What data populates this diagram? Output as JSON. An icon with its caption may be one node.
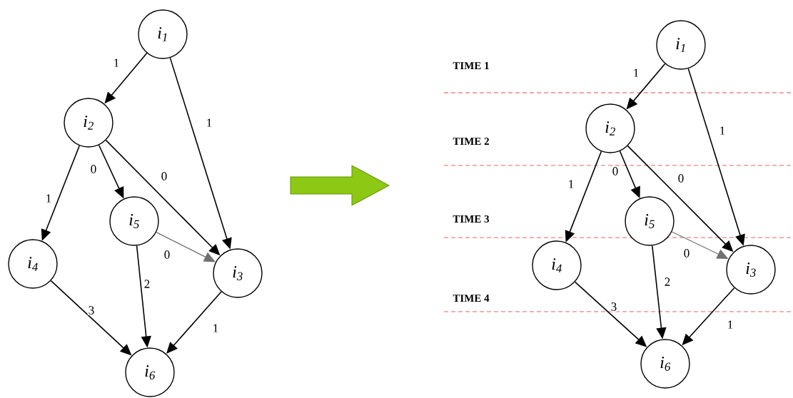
{
  "diagram": {
    "nodes": [
      {
        "text": [
          "i$_{1}$"
        ]
      },
      {
        "text": [
          "i$_{2}$"
        ]
      },
      {
        "text": [
          "i$_{3}$"
        ]
      },
      {
        "text": [
          "i$_{4}$"
        ]
      },
      {
        "text": [
          "i$_{5}$"
        ]
      },
      {
        "text": [
          "i$_{6}$"
        ]
      },
      {
        "text": [
          "i$_{1}$"
        ]
      },
      {
        "text": [
          "i$_{2}$"
        ]
      },
      {
        "text": [
          "i$_{3}$"
        ]
      },
      {
        "text": [
          "i$_{4}$"
        ]
      },
      {
        "text": [
          "i$_{5}$"
        ]
      },
      {
        "text": [
          "i$_{6}$"
        ]
      }
    ],
    "edges": [
      {
        "from": 0,
        "to": 1,
        "arrow": "to",
        "label": "1"
      },
      {
        "from": 0,
        "to": 2,
        "arrow": "to",
        "label": "1"
      },
      {
        "from": 1,
        "to": 3,
        "arrow": "to",
        "label": "1"
      },
      {
        "from": 1,
        "to": 4,
        "arrow": "to",
        "label": "0"
      },
      {
        "from": 1,
        "to": 2,
        "arrow": "to",
        "label": "0"
      },
      {
        "from": 4,
        "to": 2,
        "arrow": "to",
        "label": "0",
        "color": "#707070"
      },
      {
        "from": 3,
        "to": 5,
        "arrow": "to",
        "label": "3"
      },
      {
        "from": 4,
        "to": 5,
        "arrow": "to",
        "label": "2"
      },
      {
        "from": 2,
        "to": 5,
        "arrow": "to",
        "label": "1"
      },
      {
        "from": 6,
        "to": 7,
        "arrow": "to",
        "label": "1"
      },
      {
        "from": 6,
        "to": 8,
        "arrow": "to",
        "label": "1"
      },
      {
        "from": 7,
        "to": 9,
        "arrow": "to",
        "label": "1"
      },
      {
        "from": 7,
        "to": 10,
        "arrow": "to",
        "label": "0"
      },
      {
        "from": 7,
        "to": 8,
        "arrow": "to",
        "label": "0"
      },
      {
        "from": 10,
        "to": 8,
        "arrow": "to",
        "label": "0",
        "color": "#707070"
      },
      {
        "from": 9,
        "to": 11,
        "arrow": "to",
        "label": "3"
      },
      {
        "from": 10,
        "to": 11,
        "arrow": "to",
        "label": "2"
      },
      {
        "from": 8,
        "to": 11,
        "arrow": "to",
        "label": "1"
      }
    ],
    "labels": [
      "TIME 1",
      "TIME 2",
      "TIME 3",
      "TIME 4"
    ]
  }
}
